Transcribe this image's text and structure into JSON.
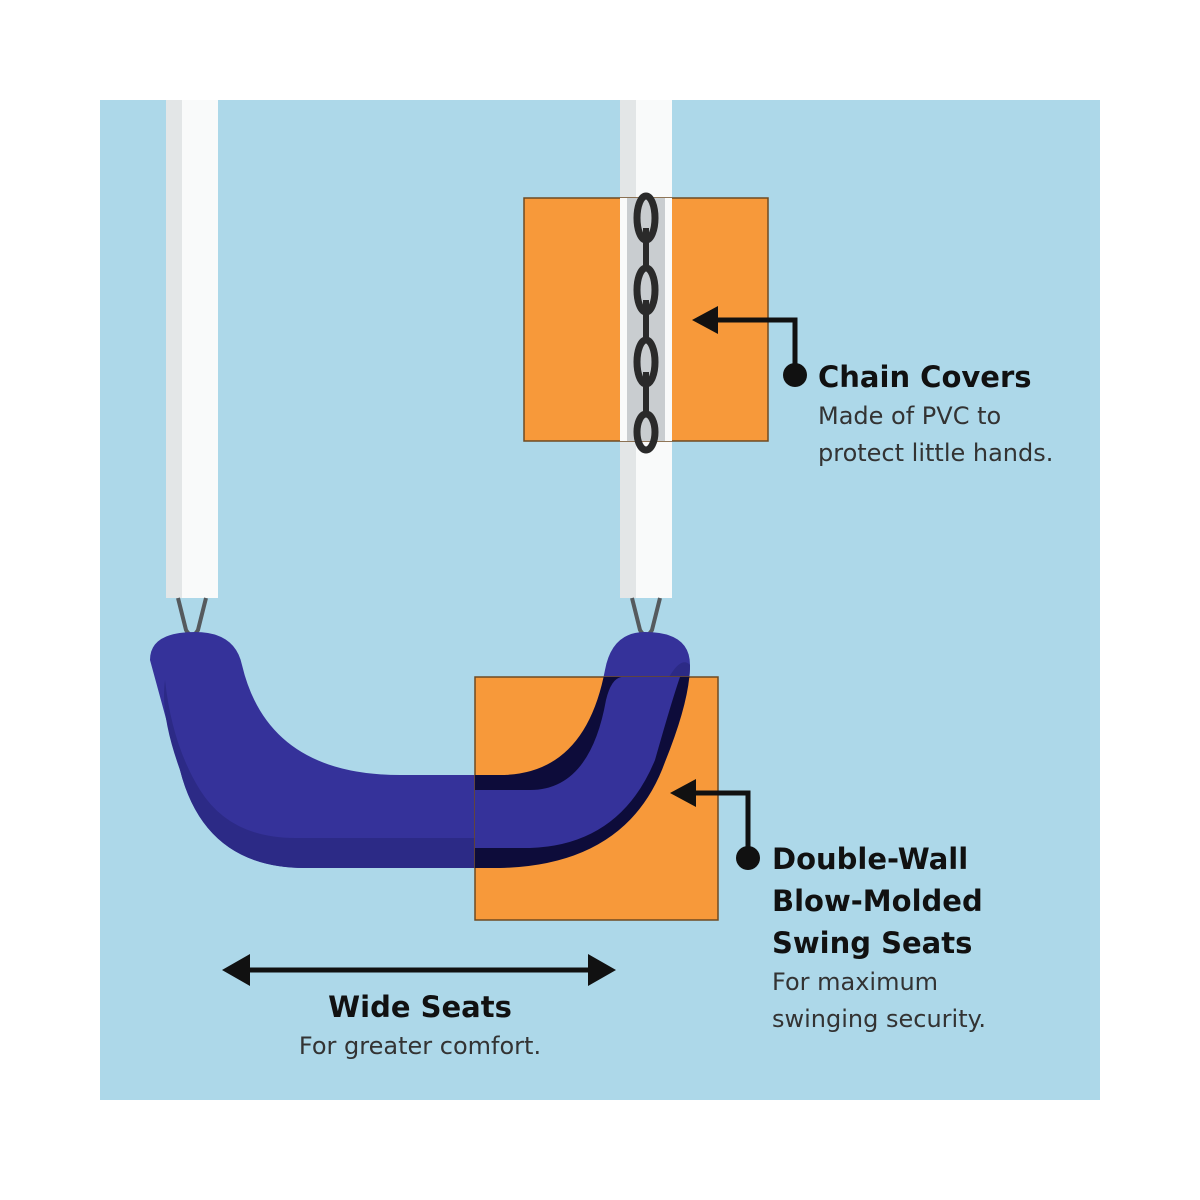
{
  "colors": {
    "background": "#add8e9",
    "chain_cover": "#f9fafa",
    "chain_cover_shade": "#e3e6e7",
    "callout_box": "#f7993a",
    "seat": "#35329a",
    "seat_shadow": "#0d0c3a",
    "chain": "#2a2a2a",
    "arrow": "#111111"
  },
  "callouts": {
    "chain_covers": {
      "title": "Chain Covers",
      "desc_line1": "Made of PVC to",
      "desc_line2": "protect little hands."
    },
    "swing_seats": {
      "title_line1": "Double-Wall",
      "title_line2": "Blow-Molded",
      "title_line3": "Swing Seats",
      "desc_line1": "For maximum",
      "desc_line2": "swinging security."
    },
    "wide_seats": {
      "title": "Wide Seats",
      "desc": "For greater comfort."
    }
  },
  "icons": {
    "chain": "chain-icon",
    "arrow": "arrow-icon",
    "bullet": "bullet-dot-icon"
  }
}
